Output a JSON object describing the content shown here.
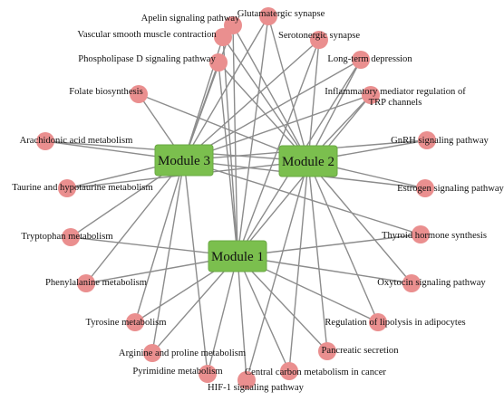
{
  "colors": {
    "edge": "#8c8c8c",
    "pathway_node": "#ea8f8f",
    "module_node": "#7bbf4e"
  },
  "modules": [
    {
      "id": "m3",
      "label": "Module 3"
    },
    {
      "id": "m2",
      "label": "Module 2"
    },
    {
      "id": "m1",
      "label": "Module 1"
    }
  ],
  "pathways": [
    {
      "id": "p1",
      "label": "Glutamatergic synapse",
      "modules": [
        "m3",
        "m2",
        "m1"
      ]
    },
    {
      "id": "p2",
      "label": "Apelin signaling pathway",
      "modules": [
        "m3",
        "m2",
        "m1"
      ]
    },
    {
      "id": "p3",
      "label": "Vascular smooth muscle contraction",
      "modules": [
        "m3",
        "m2",
        "m1"
      ]
    },
    {
      "id": "p4",
      "label": "Serotonergic synapse",
      "modules": [
        "m3",
        "m2",
        "m1"
      ]
    },
    {
      "id": "p5",
      "label": "Phospholipase D signaling pathway",
      "modules": [
        "m3",
        "m2",
        "m1"
      ]
    },
    {
      "id": "p6",
      "label": "Long-term depression",
      "modules": [
        "m3",
        "m2",
        "m1"
      ]
    },
    {
      "id": "p7",
      "label": "Folate biosynthesis",
      "modules": [
        "m3",
        "m2"
      ]
    },
    {
      "id": "p8",
      "label": "Inflammatory mediator regulation of TRP channels",
      "label_lines": [
        "Inflammatory mediator regulation of",
        "TRP channels"
      ],
      "modules": [
        "m3",
        "m2",
        "m1"
      ]
    },
    {
      "id": "p9",
      "label": "Arachidonic acid metabolism",
      "modules": [
        "m3",
        "m2"
      ]
    },
    {
      "id": "p10",
      "label": "GnRH signaling pathway",
      "modules": [
        "m3",
        "m2"
      ]
    },
    {
      "id": "p11",
      "label": "Taurine and hypotaurine metabolism",
      "modules": [
        "m3",
        "m2"
      ]
    },
    {
      "id": "p12",
      "label": "Estrogen signaling pathway",
      "modules": [
        "m3",
        "m2"
      ]
    },
    {
      "id": "p13",
      "label": "Tryptophan metabolism",
      "modules": [
        "m3",
        "m1"
      ]
    },
    {
      "id": "p14",
      "label": "Thyroid hormone synthesis",
      "modules": [
        "m3",
        "m1"
      ]
    },
    {
      "id": "p15",
      "label": "Phenylalanine metabolism",
      "modules": [
        "m3",
        "m1"
      ]
    },
    {
      "id": "p16",
      "label": "Oxytocin signaling pathway",
      "modules": [
        "m2",
        "m1"
      ]
    },
    {
      "id": "p17",
      "label": "Tyrosine metabolism",
      "modules": [
        "m3",
        "m1"
      ]
    },
    {
      "id": "p18",
      "label": "Regulation of lipolysis in adipocytes",
      "modules": [
        "m2",
        "m1"
      ]
    },
    {
      "id": "p19",
      "label": "Arginine and proline metabolism",
      "modules": [
        "m3",
        "m1"
      ]
    },
    {
      "id": "p20",
      "label": "Pancreatic secretion",
      "modules": [
        "m2",
        "m1"
      ]
    },
    {
      "id": "p21",
      "label": "Pyrimidine metabolism",
      "modules": [
        "m3",
        "m1"
      ]
    },
    {
      "id": "p22",
      "label": "Central carbon metabolism in cancer",
      "modules": [
        "m2",
        "m1"
      ]
    },
    {
      "id": "p23",
      "label": "HIF-1 signaling pathway",
      "modules": [
        "m2",
        "m1"
      ]
    }
  ]
}
